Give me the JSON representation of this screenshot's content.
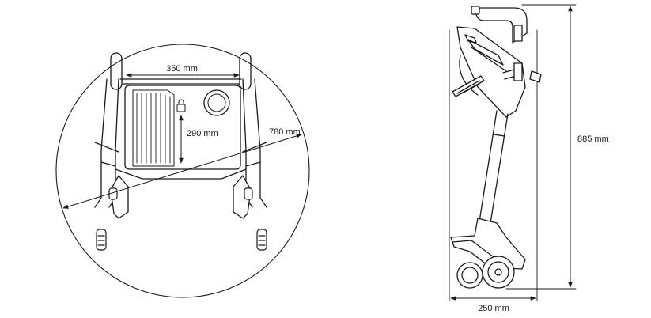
{
  "dimensions": {
    "seat_width": "350 mm",
    "seat_depth": "290 mm",
    "turning_diameter": "780 mm",
    "folded_height": "885 mm",
    "folded_depth": "250 mm"
  },
  "colors": {
    "line": "#1a1a1a",
    "background": "#ffffff",
    "light_fill": "#f4f4f4"
  }
}
